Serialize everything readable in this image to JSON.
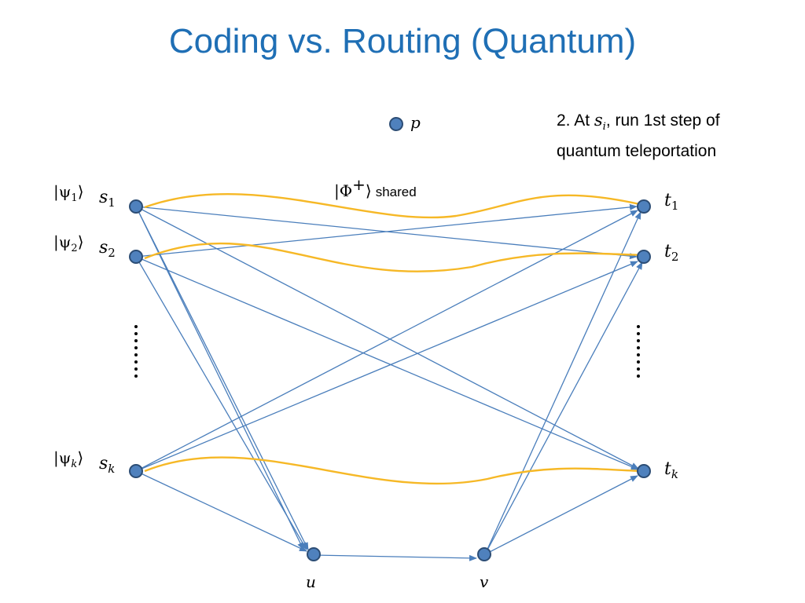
{
  "title": "Coding vs. Routing (Quantum)",
  "caption": {
    "prefix": "2. At ",
    "var": "s",
    "var_sub": "i",
    "suffix_line1": ", run 1st step of",
    "line2": "quantum teleportation"
  },
  "nodes": {
    "p": "p",
    "s1": "s",
    "s1_sub": "1",
    "s2": "s",
    "s2_sub": "2",
    "sk": "s",
    "sk_sub": "k",
    "t1": "t",
    "t1_sub": "1",
    "t2": "t",
    "t2_sub": "2",
    "tk": "t",
    "tk_sub": "k",
    "u": "u",
    "v": "v"
  },
  "states": {
    "psi1": "|ψ",
    "psi1_sub": "1",
    "psi1_end": "⟩",
    "psi2": "|ψ",
    "psi2_sub": "2",
    "psi2_end": "⟩",
    "psik": "|ψ",
    "psik_sub": "k",
    "psik_end": "⟩"
  },
  "shared": {
    "ket_open": "|Φ",
    "ket_sup": "+",
    "ket_close": "⟩",
    "text": "shared"
  },
  "colors": {
    "title": "#1f6fb5",
    "edge": "#4a7ebb",
    "node_fill": "#4f81bd",
    "node_stroke": "#2c4d75",
    "entangle": "#f6b826"
  }
}
